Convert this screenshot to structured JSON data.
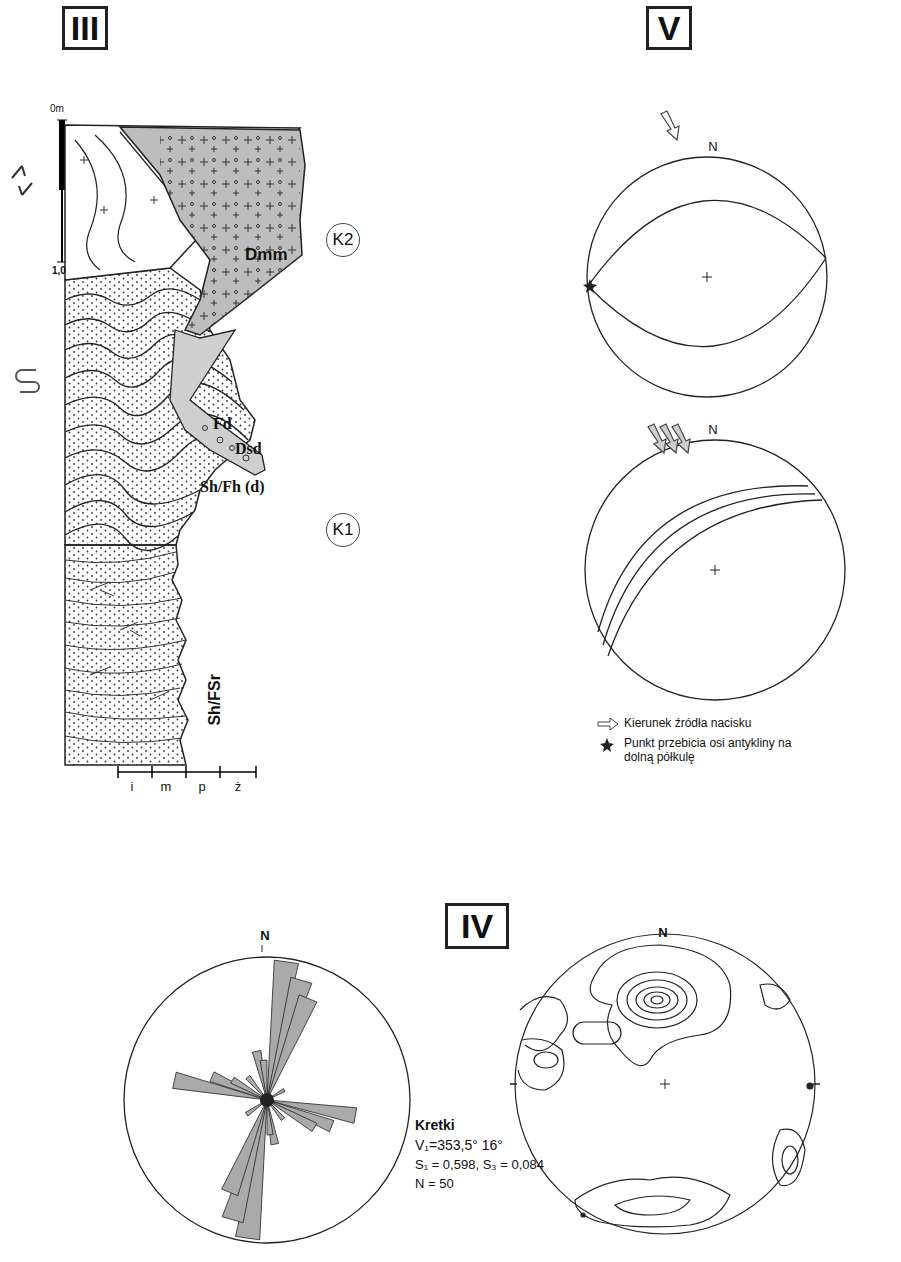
{
  "diagram": {
    "nodes": [
      {
        "text": [
          "III"
        ]
      },
      {
        "text": [
          "V"
        ]
      },
      {
        "text": [
          "K2"
        ]
      },
      {
        "text": [
          "K1"
        ]
      },
      {
        "text": [
          "IV"
        ]
      }
    ],
    "labels": [
      "0m",
      "1,0",
      "Dmm",
      "Fd",
      "Dsd",
      "Sh/Fh (d)",
      "Sh/FSr",
      "i",
      "m",
      "p",
      "ż",
      "N",
      "N",
      "N",
      "N",
      "Kretki",
      "V₁=353,5° 16°",
      "S₁ = 0,598, S₃ = 0,084",
      "N = 50"
    ],
    "legend": [
      {
        "text": "Kierunek źródła nacisku"
      },
      {
        "text": "Punkt przebicia osi antykliny na dolną półkulę"
      }
    ]
  }
}
